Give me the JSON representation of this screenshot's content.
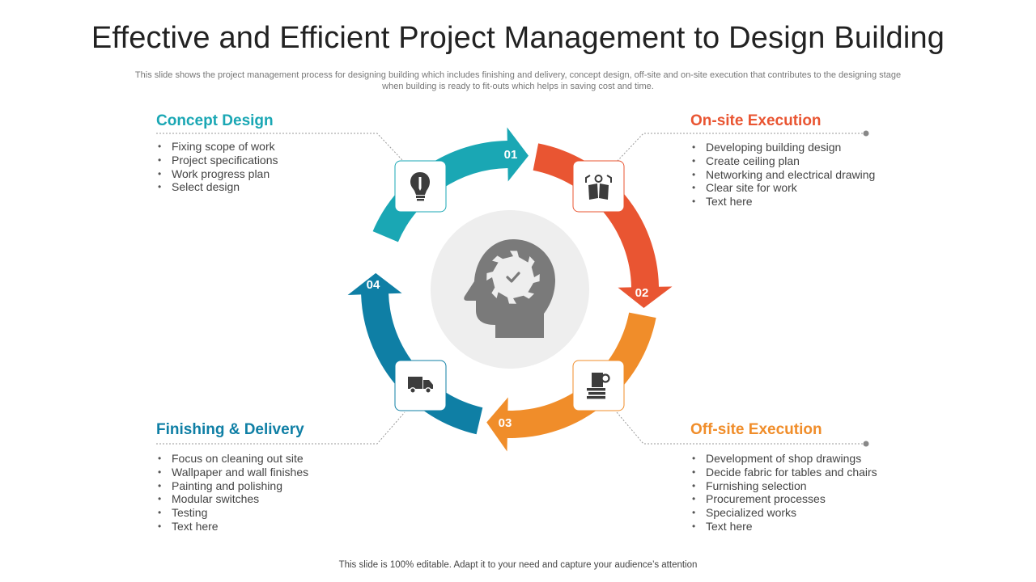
{
  "title": "Effective and Efficient Project Management to Design Building",
  "subtitle": "This slide shows the project management process for designing building which includes finishing and delivery, concept design, off-site and on-site execution that contributes to the designing stage when building is ready to fit-outs which helps in saving cost and time.",
  "footer": "This slide is 100% editable. Adapt it to your need and capture your audience’s attention",
  "colors": {
    "teal": "#1AA7B4",
    "red": "#E95532",
    "orange": "#F08D2A",
    "blue": "#0F7FA5",
    "center_fill": "#EEEEEE",
    "icon_gray": "#7A7A7A"
  },
  "steps": [
    {
      "number": "01"
    },
    {
      "number": "02"
    },
    {
      "number": "03"
    },
    {
      "number": "04"
    }
  ],
  "center_icon": "head-gear-check-icon",
  "sections": {
    "concept_design": {
      "heading": "Concept Design",
      "icon": "lightbulb-pencil-icon",
      "items": [
        "Fixing scope of work",
        "Project specifications",
        "Work progress plan",
        "Select design"
      ]
    },
    "onsite_execution": {
      "heading": "On-site Execution",
      "icon": "book-gear-icon",
      "items": [
        "Developing building design",
        "Create ceiling plan",
        "Networking and electrical drawing",
        "Clear site for work",
        "Text here"
      ]
    },
    "offsite_execution": {
      "heading": "Off-site Execution",
      "icon": "documents-gear-icon",
      "items": [
        "Development of shop drawings",
        "Decide fabric for tables and chairs",
        "Furnishing selection",
        "Procurement processes",
        "Specialized works",
        "Text here"
      ]
    },
    "finishing_delivery": {
      "heading": "Finishing & Delivery",
      "icon": "delivery-truck-icon",
      "items": [
        "Focus on cleaning out site",
        "Wallpaper and wall  finishes",
        "Painting and polishing",
        "Modular switches",
        "Testing",
        "Text here"
      ]
    }
  }
}
